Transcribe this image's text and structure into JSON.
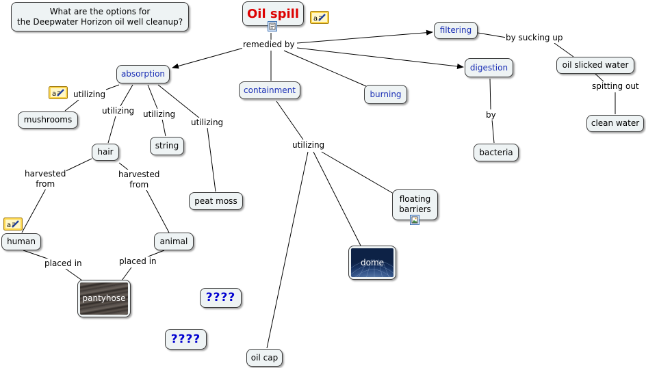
{
  "question": "What are the options for\nthe Deepwater Horizon oil well cleanup?",
  "title": "Oil spill",
  "concepts": {
    "filtering": "filtering",
    "absorption": "absorption",
    "containment": "containment",
    "burning": "burning",
    "digestion": "digestion",
    "oil_slicked_water": "oil slicked water",
    "clean_water": "clean water",
    "mushrooms": "mushrooms",
    "hair": "hair",
    "string": "string",
    "peat_moss": "peat moss",
    "bacteria": "bacteria",
    "floating_barriers": "floating\nbarriers",
    "human": "human",
    "animal": "animal",
    "oil_cap": "oil cap",
    "dome": "dome",
    "pantyhose": "pantyhose",
    "unknown_1": "????",
    "unknown_2": "????"
  },
  "links": {
    "remedied_by": "remedied by",
    "by_sucking_up": "by sucking up",
    "spitting_out": "spitting out",
    "utilizing_mushrooms": "utilizing",
    "utilizing_hair": "utilizing",
    "utilizing_string": "utilizing",
    "utilizing_peat": "utilizing",
    "utilizing_containment": "utilizing",
    "by_bacteria": "by",
    "harvested_from_human": "harvested\nfrom",
    "harvested_from_animal": "harvested\nfrom",
    "placed_in_human": "placed in",
    "placed_in_animal": "placed in"
  },
  "icons": {
    "annotation": "note-a-pencil-icon",
    "document": "document-icon",
    "image": "image-icon"
  },
  "colors": {
    "node_fill": "#eef3f4",
    "link_text": "#1a2fb5",
    "title": "#dd0000",
    "question_marks": "#0000d0"
  }
}
